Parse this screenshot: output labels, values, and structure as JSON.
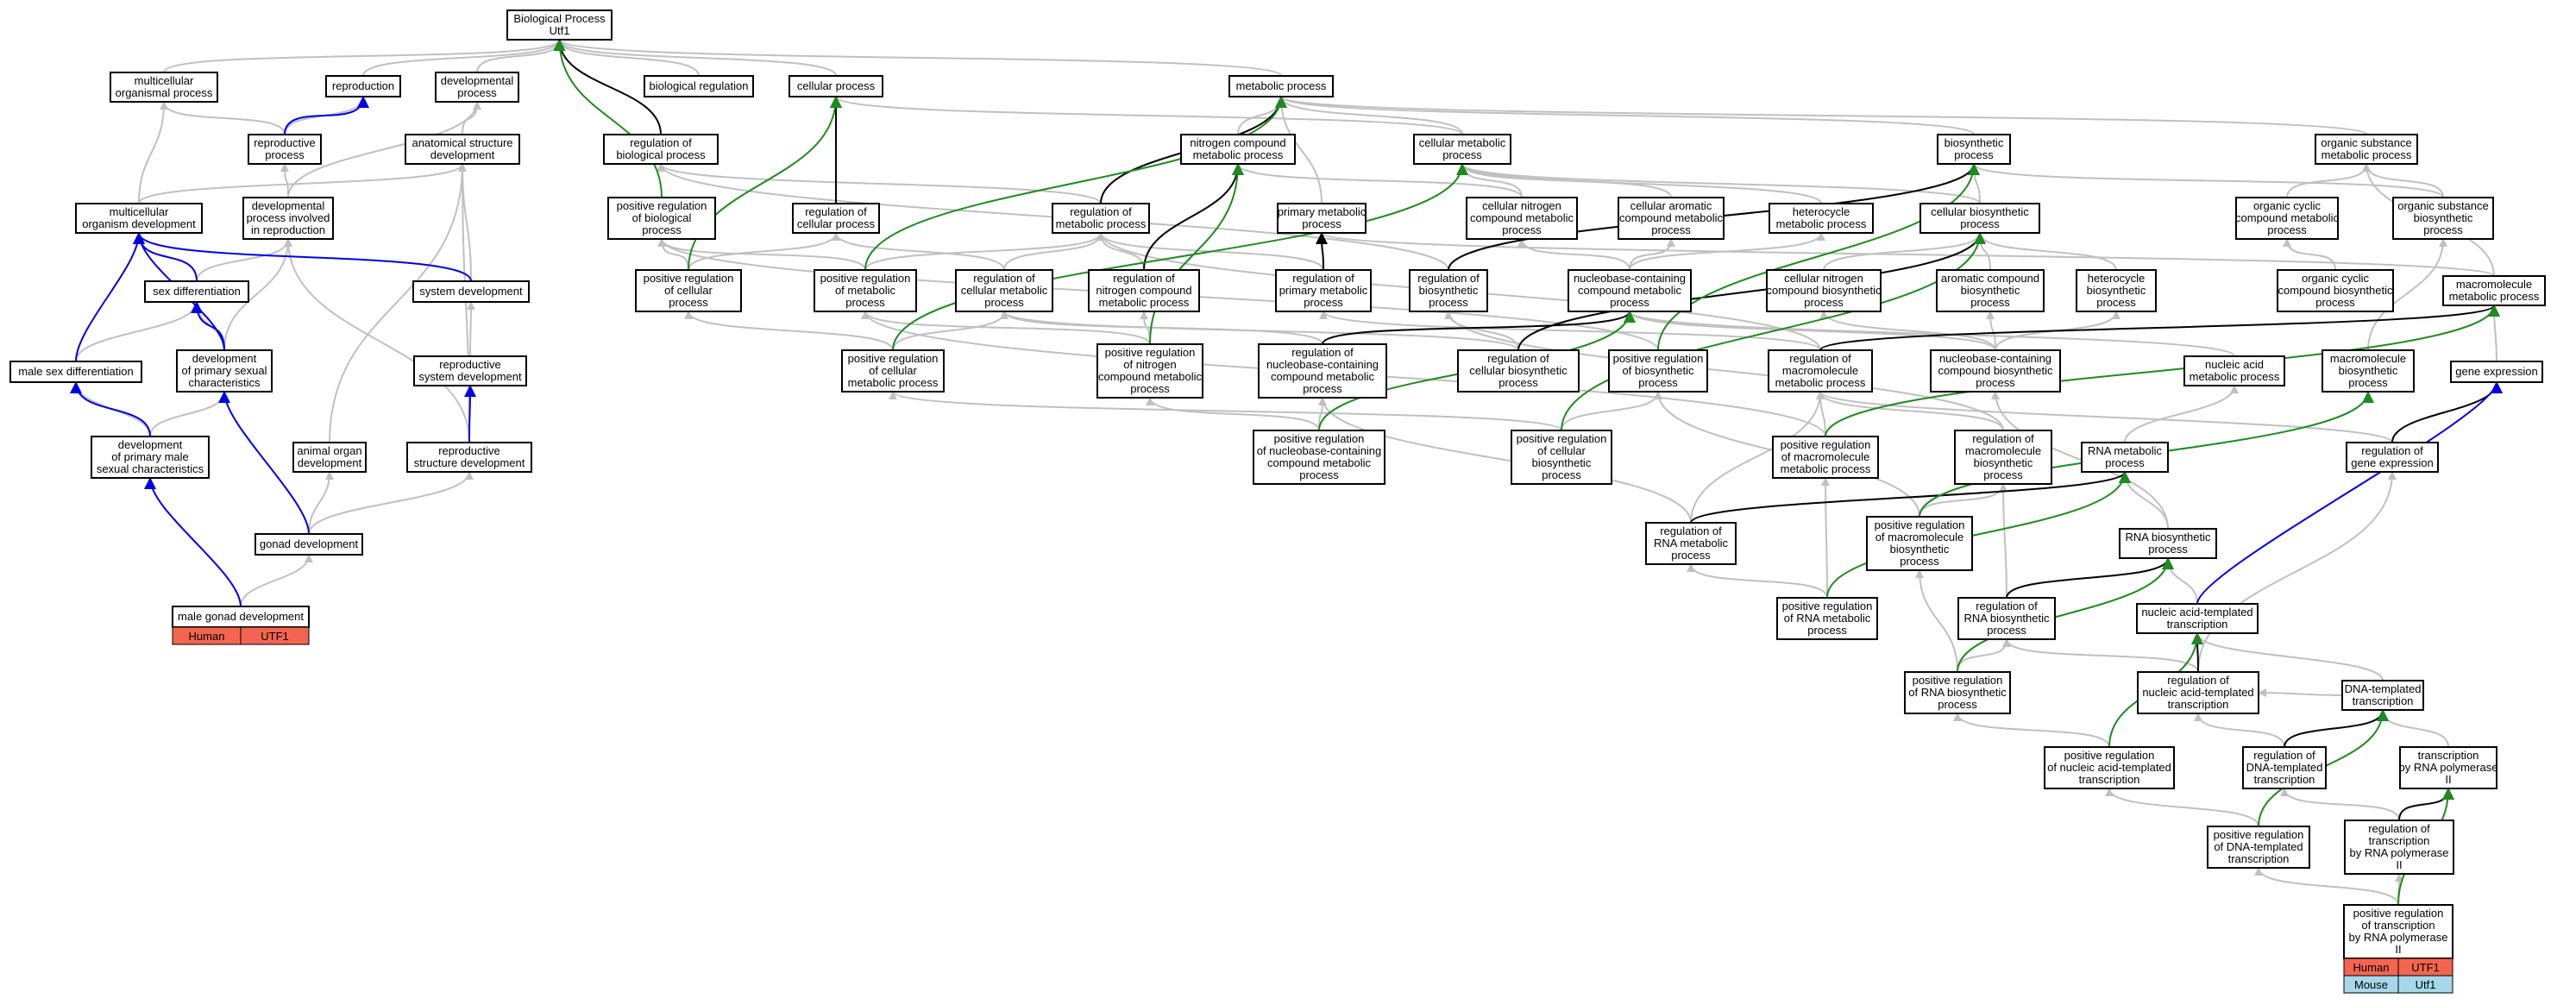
{
  "colors": {
    "gray": "#c0c0c0",
    "black": "#000000",
    "blue": "#0000e6",
    "green": "#1f8a1f",
    "human": "#f4654f",
    "mouse": "#a7d8ea"
  },
  "nodes": {
    "bp": [
      "Biological Process",
      "Utf1"
    ],
    "mop": [
      "multicellular",
      "organismal process"
    ],
    "repro": [
      "reproduction"
    ],
    "devp": [
      "developmental",
      "process"
    ],
    "breg": [
      "biological regulation"
    ],
    "cellp": [
      "cellular process"
    ],
    "metp": [
      "metabolic process"
    ],
    "reprop": [
      "reproductive",
      "process"
    ],
    "asd": [
      "anatomical structure",
      "development"
    ],
    "rbp": [
      "regulation of",
      "biological process"
    ],
    "ncmp": [
      "nitrogen compound",
      "metabolic process"
    ],
    "cmp": [
      "cellular metabolic",
      "process"
    ],
    "bios": [
      "biosynthetic",
      "process"
    ],
    "osmp": [
      "organic substance",
      "metabolic process"
    ],
    "mod": [
      "multicellular",
      "organism development"
    ],
    "dpir": [
      "developmental",
      "process involved",
      "in reproduction"
    ],
    "prbp": [
      "positive regulation",
      "of biological",
      "process"
    ],
    "rcp": [
      "regulation of",
      "cellular process"
    ],
    "rmp": [
      "regulation of",
      "metabolic process"
    ],
    "pmp": [
      "primary metabolic",
      "process"
    ],
    "cncmp": [
      "cellular nitrogen",
      "compound metabolic",
      "process"
    ],
    "camp": [
      "cellular aromatic",
      "compound metabolic",
      "process"
    ],
    "hmp": [
      "heterocycle",
      "metabolic process"
    ],
    "cbp": [
      "cellular biosynthetic",
      "process"
    ],
    "occmp": [
      "organic cyclic",
      "compound metabolic",
      "process"
    ],
    "osbp": [
      "organic substance",
      "biosynthetic",
      "process"
    ],
    "sexd": [
      "sex differentiation"
    ],
    "sysd": [
      "system development"
    ],
    "prcp": [
      "positive regulation",
      "of cellular",
      "process"
    ],
    "prmp": [
      "positive regulation",
      "of metabolic",
      "process"
    ],
    "rcmp": [
      "regulation of",
      "cellular metabolic",
      "process"
    ],
    "rncmp": [
      "regulation of",
      "nitrogen compound",
      "metabolic process"
    ],
    "rpmp": [
      "regulation of",
      "primary metabolic",
      "process"
    ],
    "rbiop": [
      "regulation of",
      "biosynthetic",
      "process"
    ],
    "nccmp": [
      "nucleobase-containing",
      "compound metabolic",
      "process"
    ],
    "cncbp": [
      "cellular nitrogen",
      "compound biosynthetic",
      "process"
    ],
    "acbp": [
      "aromatic compound",
      "biosynthetic",
      "process"
    ],
    "hbp": [
      "heterocycle",
      "biosynthetic",
      "process"
    ],
    "occbp": [
      "organic cyclic",
      "compound biosynthetic",
      "process"
    ],
    "mmp": [
      "macromolecule",
      "metabolic process"
    ],
    "msd": [
      "male sex differentiation"
    ],
    "dpsc": [
      "development",
      "of primary sexual",
      "characteristics"
    ],
    "prcmp": [
      "positive regulation",
      "of cellular",
      "metabolic process"
    ],
    "prncmp": [
      "positive regulation",
      "of nitrogen",
      "compound metabolic",
      "process"
    ],
    "rnccmp": [
      "regulation of",
      "nucleobase-containing",
      "compound metabolic",
      "process"
    ],
    "rcbp": [
      "regulation of",
      "cellular biosynthetic",
      "process"
    ],
    "prbiop": [
      "positive regulation",
      "of biosynthetic",
      "process"
    ],
    "rmmp": [
      "regulation of",
      "macromolecule",
      "metabolic process"
    ],
    "nccbp": [
      "nucleobase-containing",
      "compound biosynthetic",
      "process"
    ],
    "namp": [
      "nucleic acid",
      "metabolic process"
    ],
    "mbp": [
      "macromolecule",
      "biosynthetic",
      "process"
    ],
    "ge": [
      "gene expression"
    ],
    "rsd": [
      "reproductive",
      "system development"
    ],
    "dpmsc": [
      "development",
      "of primary male",
      "sexual characteristics"
    ],
    "aod": [
      "animal organ",
      "development"
    ],
    "rstd": [
      "reproductive",
      "structure development"
    ],
    "prnccmp": [
      "positive regulation",
      "of nucleobase-containing",
      "compound metabolic",
      "process"
    ],
    "prcbp": [
      "positive regulation",
      "of cellular",
      "biosynthetic",
      "process"
    ],
    "prmmp": [
      "positive regulation",
      "of macromolecule",
      "metabolic process"
    ],
    "rmbp": [
      "regulation of",
      "macromolecule",
      "biosynthetic",
      "process"
    ],
    "rnamp": [
      "RNA metabolic",
      "process"
    ],
    "rge": [
      "regulation of",
      "gene expression"
    ],
    "gd": [
      "gonad development"
    ],
    "rrnamp": [
      "regulation of",
      "RNA metabolic",
      "process"
    ],
    "prmbp": [
      "positive regulation",
      "of macromolecule",
      "biosynthetic",
      "process"
    ],
    "rnabp": [
      "RNA biosynthetic",
      "process"
    ],
    "mgd": [
      "male gonad development"
    ],
    "prrnamp": [
      "positive regulation",
      "of RNA metabolic",
      "process"
    ],
    "rrnabp": [
      "regulation of",
      "RNA biosynthetic",
      "process"
    ],
    "nat": [
      "nucleic acid-templated",
      "transcription"
    ],
    "prrnabp": [
      "positive regulation",
      "of RNA biosynthetic",
      "process"
    ],
    "rnat": [
      "regulation of",
      "nucleic acid-templated",
      "transcription"
    ],
    "dnat": [
      "DNA-templated",
      "transcription"
    ],
    "prnat": [
      "positive regulation",
      "of nucleic acid-templated",
      "transcription"
    ],
    "rdnat": [
      "regulation of",
      "DNA-templated",
      "transcription"
    ],
    "trp2": [
      "transcription",
      "by RNA polymerase",
      "II"
    ],
    "prdnat": [
      "positive regulation",
      "of DNA-templated",
      "transcription"
    ],
    "rtrp2": [
      "regulation of",
      "transcription",
      "by RNA polymerase",
      "II"
    ],
    "prtrp2": [
      "positive regulation",
      "of transcription",
      "by RNA polymerase",
      "II"
    ]
  },
  "tags": {
    "mgd": [
      [
        "Human",
        "UTF1"
      ]
    ],
    "prtrp2": [
      [
        "Human",
        "UTF1"
      ],
      [
        "Mouse",
        "Utf1"
      ]
    ]
  }
}
